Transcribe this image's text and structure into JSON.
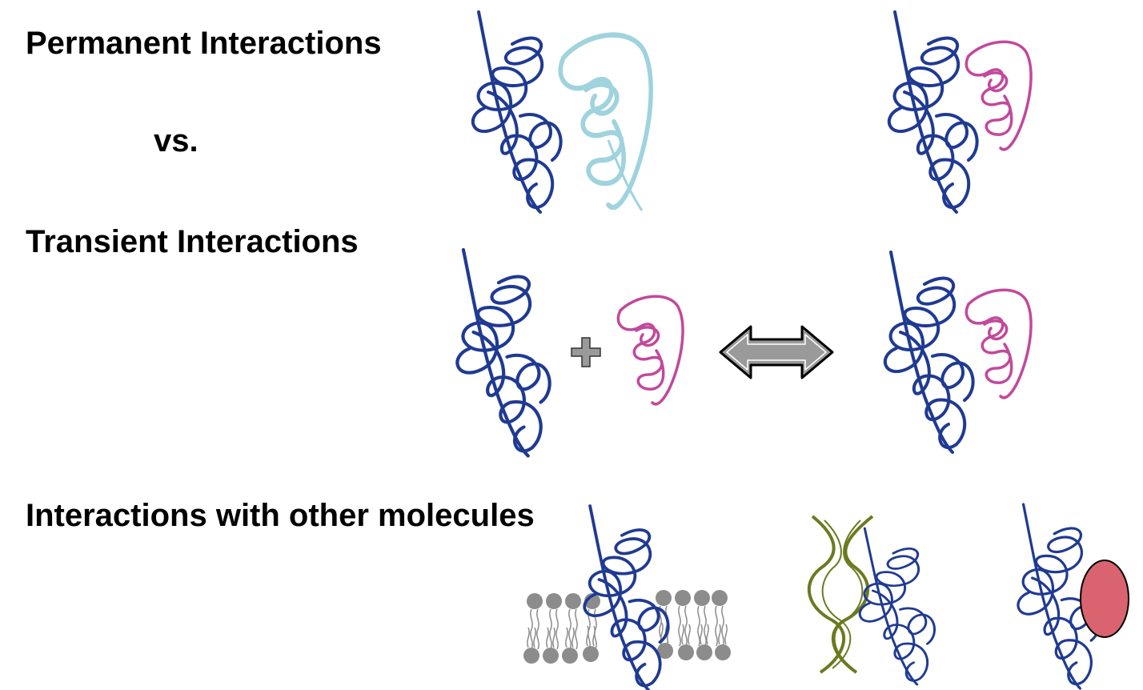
{
  "labels": {
    "permanent": "Permanent Interactions",
    "vs": "vs.",
    "transient": "Transient Interactions",
    "other": "Interactions with other molecules"
  },
  "colors": {
    "protein_blue": "#1f3a93",
    "protein_light_blue": "#9fd3de",
    "protein_magenta": "#c2489c",
    "arrow_gray": "#9a9a9a",
    "lipid_gray": "#8c8c8c",
    "dna_olive": "#6b7a1f",
    "ligand_red": "#d9646f"
  }
}
